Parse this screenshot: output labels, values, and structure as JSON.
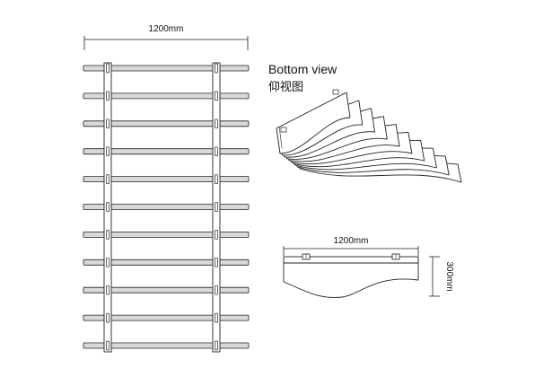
{
  "plan_view": {
    "width_label": "1200mm",
    "slat_count": 11
  },
  "bottom_view": {
    "title": "Bottom view",
    "subtitle": "仰视图",
    "baffle_count": 10
  },
  "section_view": {
    "width_label": "1200mm",
    "height_label": "300mm"
  },
  "colors": {
    "line": "#222222",
    "slat_fill": "#d9d9d9",
    "background": "#ffffff"
  }
}
